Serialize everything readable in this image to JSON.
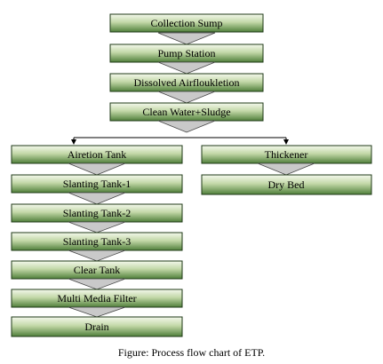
{
  "colors": {
    "box_top": "#f4f8ec",
    "box_bottom": "#4f7f3a",
    "border": "#1f3a17",
    "chevron": "#c9c9c9"
  },
  "nodes": {
    "collection_sump": "Collection Sump",
    "pump_station": "Pump Station",
    "dissolved_air": "Dissolved Airfloukletion",
    "clean_water": "Clean Water+Sludge",
    "airetion_tank": "Airetion Tank",
    "slanting_1": "Slanting Tank-1",
    "slanting_2": "Slanting Tank-2",
    "slanting_3": "Slanting Tank-3",
    "clear_tank": "Clear Tank",
    "multi_media_filter": "Multi Media Filter",
    "drain": "Drain",
    "thickener": "Thickener",
    "dry_bed": "Dry Bed"
  },
  "caption": "Figure: Process  flow chart  of ETP."
}
